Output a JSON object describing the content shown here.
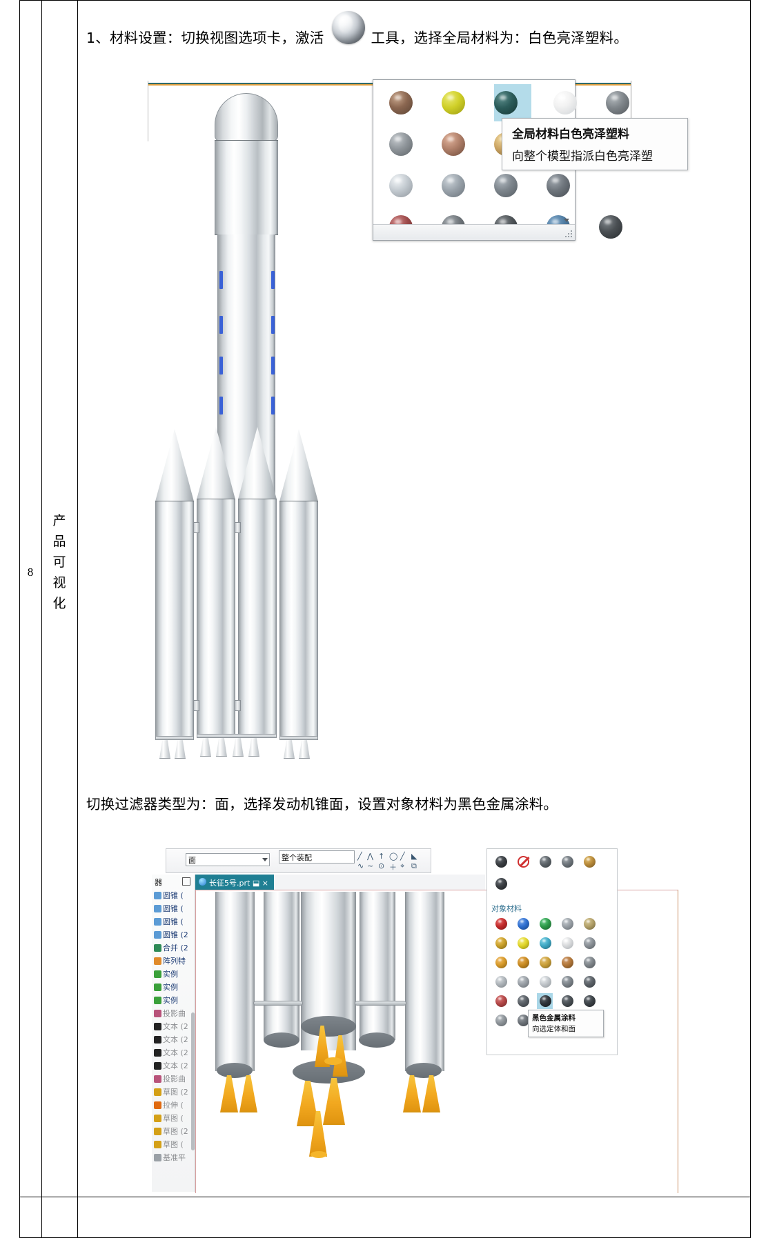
{
  "row": {
    "number": "8",
    "category_chars": [
      "产",
      "品",
      "可",
      "视",
      "化"
    ]
  },
  "paragraphs": {
    "step1_before_icon": "1、材料设置：切换视图选项卡，激活",
    "step1_after_icon": "工具，选择全局材料为：白色亮泽塑料。",
    "step2": "切换过滤器类型为：面，选择发动机锥面，设置对象材料为黑色金属涂料。"
  },
  "figure1": {
    "tooltip": {
      "title": "全局材料白色亮泽塑料",
      "desc": "向整个模型指派白色亮泽塑"
    },
    "palette": {
      "rows": [
        [
          "#8a6650",
          "#cfcf28",
          "#2c5c5a",
          "#f2f2f2",
          "#7f858a"
        ],
        [
          "#8f959a",
          "#b0806a",
          "#c9a261",
          "#736a46",
          "#6f7479"
        ],
        [
          "#c3cad0",
          "#9aa3ab",
          "#7d858c",
          "#6e757c",
          "#666d74"
        ],
        [
          "#9c4a4a",
          "#6f757a",
          "#4e5357",
          "#4d7aa0",
          "#4a4f53"
        ]
      ],
      "selected_index": [
        0,
        3
      ],
      "selected_label": "白色亮泽塑料"
    }
  },
  "figure2": {
    "filter_type_value": "面",
    "scope_value": "整个装配",
    "part_tab": "长征5号.prt",
    "resource_bar_label": "器",
    "object_material_label": "对象材料",
    "tree_items": [
      {
        "label": "圆锥 (",
        "color": "#5b9bd5",
        "dim": false
      },
      {
        "label": "圆锥 (",
        "color": "#5b9bd5",
        "dim": false
      },
      {
        "label": "圆锥 (",
        "color": "#5b9bd5",
        "dim": false
      },
      {
        "label": "圆锥 (2",
        "color": "#5b9bd5",
        "dim": false
      },
      {
        "label": "合并 (2",
        "color": "#2e8b57",
        "dim": false
      },
      {
        "label": "阵列特",
        "color": "#e08a2a",
        "dim": false
      },
      {
        "label": "实例",
        "color": "#3aa03a",
        "dim": false
      },
      {
        "label": "实例",
        "color": "#3aa03a",
        "dim": false
      },
      {
        "label": "实例",
        "color": "#3aa03a",
        "dim": false
      },
      {
        "label": "投影曲",
        "color": "#b8537a",
        "dim": true
      },
      {
        "label": "文本 (2",
        "color": "#222222",
        "dim": true
      },
      {
        "label": "文本 (2",
        "color": "#222222",
        "dim": true
      },
      {
        "label": "文本 (2",
        "color": "#222222",
        "dim": true
      },
      {
        "label": "文本 (2",
        "color": "#222222",
        "dim": true
      },
      {
        "label": "投影曲",
        "color": "#b8537a",
        "dim": true
      },
      {
        "label": "草图 (2",
        "color": "#d4a017",
        "dim": true
      },
      {
        "label": "拉伸 (",
        "color": "#e06a10",
        "dim": true
      },
      {
        "label": "草图 (",
        "color": "#d4a017",
        "dim": true
      },
      {
        "label": "草图 (2",
        "color": "#d4a017",
        "dim": true
      },
      {
        "label": "草图 (",
        "color": "#d4a017",
        "dim": true
      },
      {
        "label": "基准平",
        "color": "#9aa0a6",
        "dim": true
      }
    ],
    "tooltip": {
      "title": "黑色金属涂料",
      "desc": "向选定体和面"
    },
    "material_rows_top": [
      [
        "#3a3e42",
        "no-entry",
        "#5d6469",
        "#6f767c",
        "#b98b3a"
      ],
      [
        "#3a3e42"
      ]
    ],
    "material_rows_object": [
      [
        "#c22b2b",
        "#2f6fd0",
        "#2e9b4a",
        "#9aa0a6",
        "#b3a16a"
      ],
      [
        "#c9a02a",
        "#e0d52a",
        "#3fa8c4",
        "#d8dadc",
        "#8a9096"
      ],
      [
        "#d79a2a",
        "#c98b22",
        "#caa03a",
        "#b2773a",
        "#7f858a"
      ],
      [
        "#aeb4b9",
        "#9aa0a6",
        "#c2c7cb",
        "#7d848a",
        "#5c6268"
      ],
      [
        "#b44848",
        "#5a6066",
        "#2f343a",
        "#4a5055",
        "#3d4348"
      ],
      [
        "#8e9499",
        "#6c7278",
        "#3a3f44",
        "#2b3034",
        "#22262a"
      ]
    ],
    "material_selected_index": [
      4,
      2
    ]
  }
}
